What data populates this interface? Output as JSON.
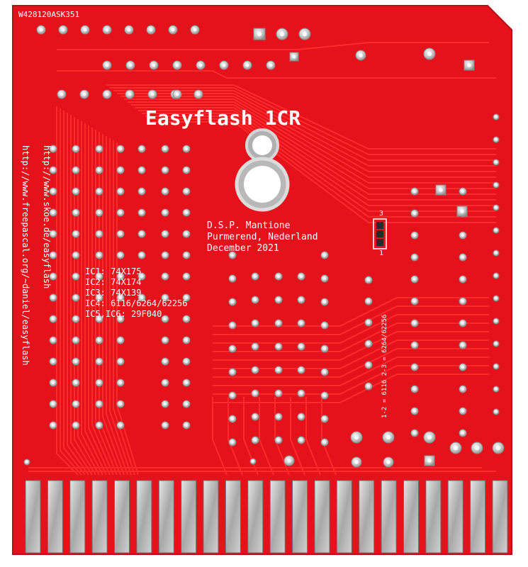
{
  "board": {
    "order_code": "W428120ASK351",
    "title": "Easyflash 1CR",
    "author_lines": [
      "D.S.P. Mantione",
      "Purmerend, Nederland",
      "December 2021"
    ],
    "ic_list": [
      "IC1: 74X175",
      "IC2: 74X174",
      "IC3: 74X139",
      "IC4: 6116/6264/62256",
      "IC5,IC6: 29F040"
    ],
    "url_1": "http://www.skoe.de/easyflash",
    "url_2": "http://www.freepascal.org/~daniel/easyflash",
    "jumper_label": "1-2 = 6116   2-3 = 6264/62256",
    "jumper_pin_3": "3",
    "jumper_pin_1": "1"
  },
  "colors": {
    "pcb": "#e5121b",
    "trace": "#ff2a2a",
    "pad": "#c8c8c8",
    "silkscreen": "#ffffff",
    "contact": "#b9b9b9"
  },
  "edge_connector": {
    "contact_count": 22
  }
}
